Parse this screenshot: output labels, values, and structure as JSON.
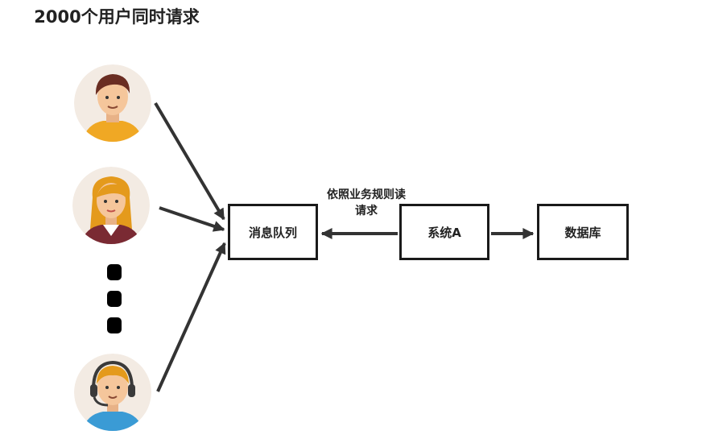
{
  "title": "2000个用户同时请求",
  "nodes": {
    "queue": "消息队列",
    "system": "系统A",
    "database": "数据库"
  },
  "edge_label": "依照业务规则读请求",
  "users": [
    {
      "icon": "male-user-avatar-icon"
    },
    {
      "icon": "female-user-avatar-icon"
    },
    {
      "icon": "headset-user-avatar-icon"
    }
  ],
  "ellipsis": {
    "icon": "vertical-dots-icon",
    "count": 3
  },
  "colors": {
    "stroke": "#1a1a1a",
    "avatar_bg": "#f3ebe3",
    "skin": "#f5c69b",
    "shirt_yellow": "#f0a824",
    "hair_brown": "#6a2d22",
    "hair_blonde": "#e49a1c",
    "shirt_blue": "#3a9bd5"
  }
}
